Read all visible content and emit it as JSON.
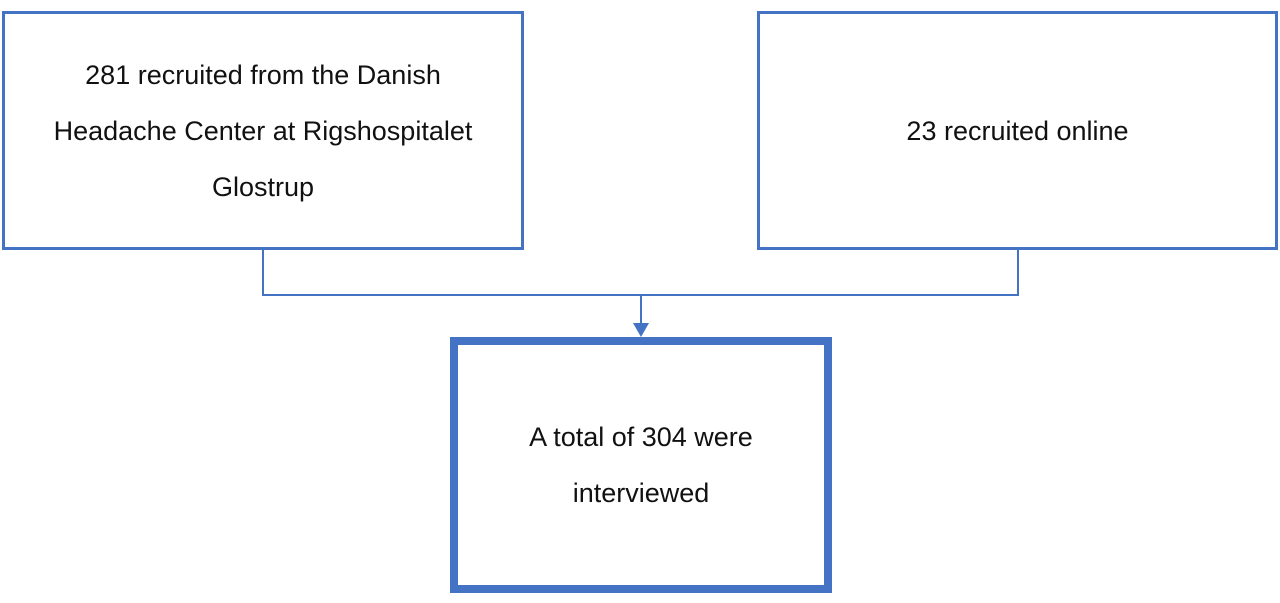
{
  "diagram": {
    "boxes": {
      "left": {
        "text": "281 recruited from the Danish Headache Center at Rigshospitalet Glostrup"
      },
      "right": {
        "text": "23 recruited online"
      },
      "bottom": {
        "text": "A total of 304 were interviewed"
      }
    },
    "colors": {
      "border": "#4472c4",
      "connector": "#4472c4",
      "text": "#111111"
    }
  }
}
